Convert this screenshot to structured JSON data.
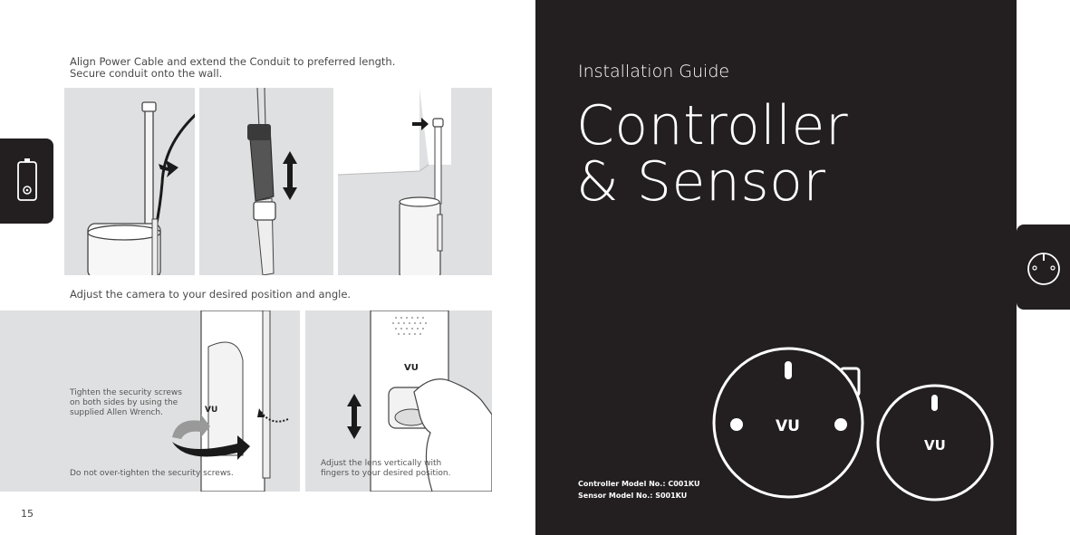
{
  "left": {
    "caption_top": "Align Power Cable and extend the Conduit to preferred length.\nSecure conduit onto the wall.",
    "caption_mid": "Adjust the camera to your desired position and angle.",
    "note_screws": "Tighten the security screws\non both sides by using the\nsupplied Allen Wrench.",
    "note_overtighten": "Do not over-tighten the security screws.",
    "note_lens": "Adjust the lens vertically with\nfingers to your desired position.",
    "page_number": "15"
  },
  "right": {
    "subtitle": "Installation Guide",
    "title": "Controller\n& Sensor",
    "controller_model": "Controller Model No.: C001KU",
    "sensor_model": "Sensor Model No.: S001KU",
    "logo_text": "VU"
  },
  "colors": {
    "dark": "#231f20",
    "panel": "#dfe0e1",
    "text": "#4a4a4a"
  },
  "icons": [
    "controller-device-icon",
    "sensor-device-icon",
    "arrow-icon",
    "double-arrow-icon",
    "rotate-arrow-icon"
  ]
}
